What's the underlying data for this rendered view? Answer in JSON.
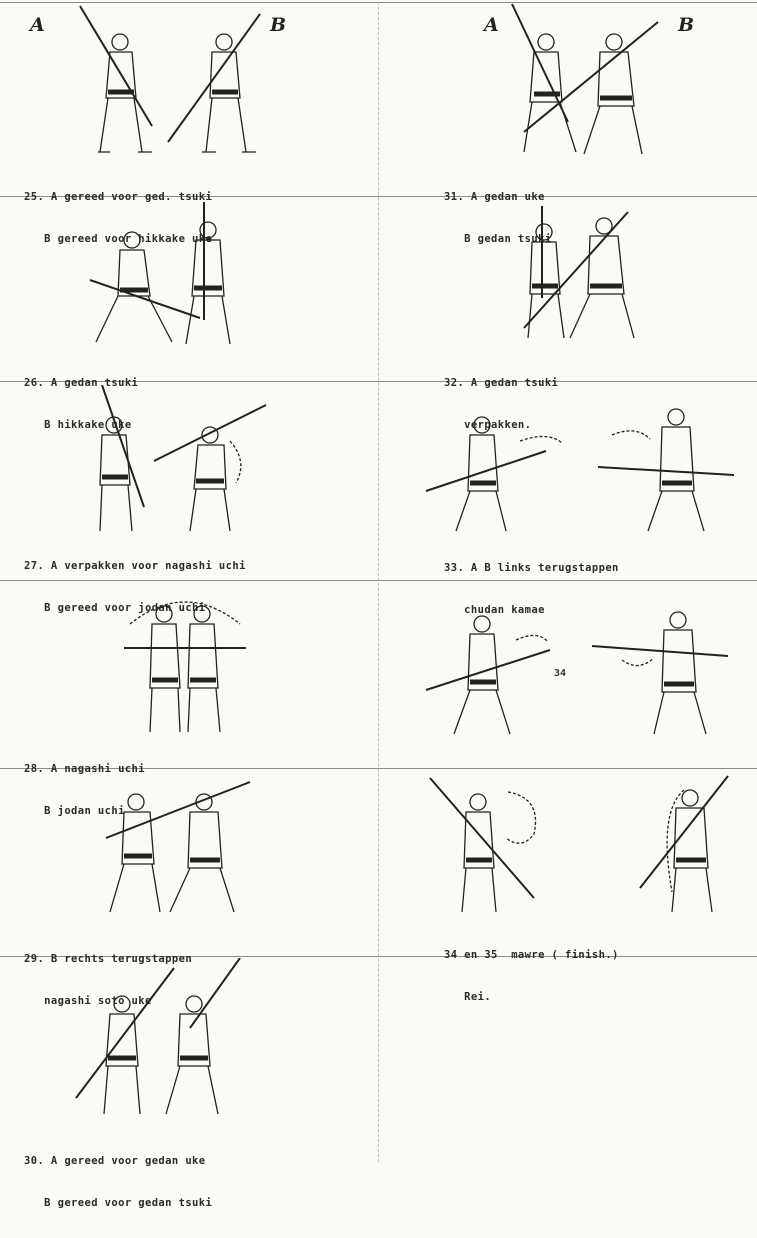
{
  "letters": {
    "a": "A",
    "b": "B"
  },
  "panels": [
    {
      "id": "25",
      "line1": "25. A gereed voor ged. tsuki",
      "line2": "   B gereed voor hikkake uke"
    },
    {
      "id": "26",
      "line1": "26. A gedan tsuki",
      "line2": "   B hikkake uke"
    },
    {
      "id": "27",
      "line1": "27. A verpakken voor nagashi uchi",
      "line2": "   B gereed voor jodan uchi"
    },
    {
      "id": "28",
      "line1": "28. A nagashi uchi",
      "line2": "   B jodan uchi"
    },
    {
      "id": "29",
      "line1": "29. B rechts terugstappen",
      "line2": "   nagashi soto uke"
    },
    {
      "id": "30",
      "line1": "30. A gereed voor gedan uke",
      "line2": "   B gereed voor gedan tsuki"
    },
    {
      "id": "31",
      "line1": "31. A gedan uke",
      "line2": "   B gedan tsuki"
    },
    {
      "id": "32",
      "line1": "32. A gedan tsuki",
      "line2": "   verpakken."
    },
    {
      "id": "33",
      "line1": "33. A B links terugstappen",
      "line2": "   chudan kamae"
    },
    {
      "id": "34",
      "line1": "",
      "line2": "",
      "center": "34"
    },
    {
      "id": "35",
      "line1": "34 en 35  mawre ( finish.)",
      "line2": "   Rei."
    }
  ]
}
